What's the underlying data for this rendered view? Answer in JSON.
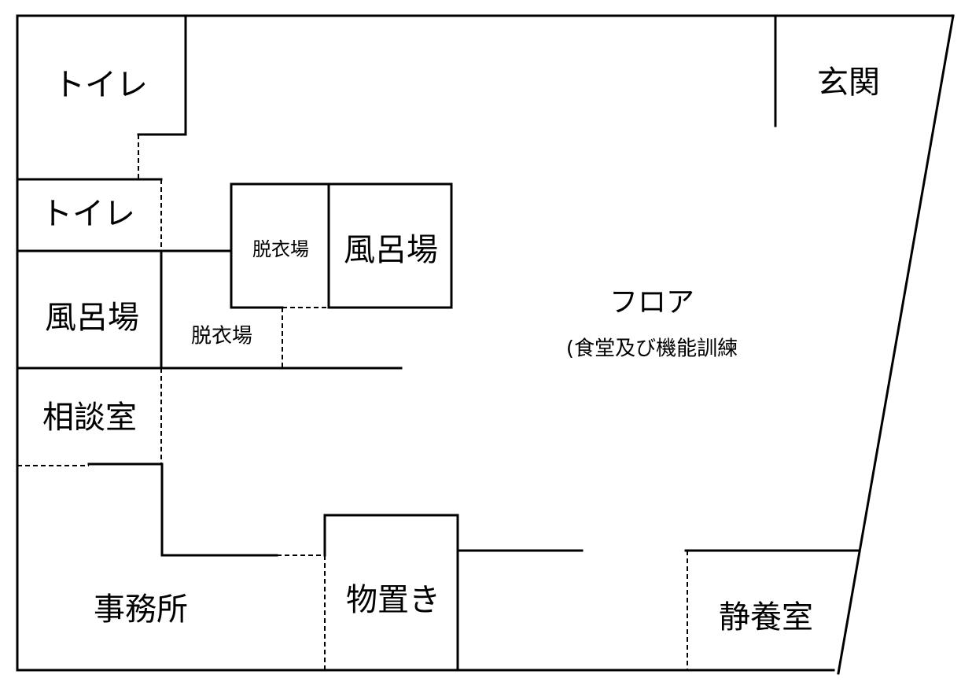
{
  "rooms": {
    "toilet_top": "トイレ",
    "toilet_mid": "トイレ",
    "bath_left": "風呂場",
    "changing_left": "脱衣場",
    "changing_center": "脱衣場",
    "bath_center": "風呂場",
    "consultation": "相談室",
    "office": "事務所",
    "storage": "物置き",
    "rest_room": "静養室",
    "entrance": "玄関",
    "floor_title": "フロア",
    "floor_subtitle": "(食堂及び機能訓練"
  },
  "colors": {
    "ink": "#000000",
    "background": "#ffffff"
  }
}
